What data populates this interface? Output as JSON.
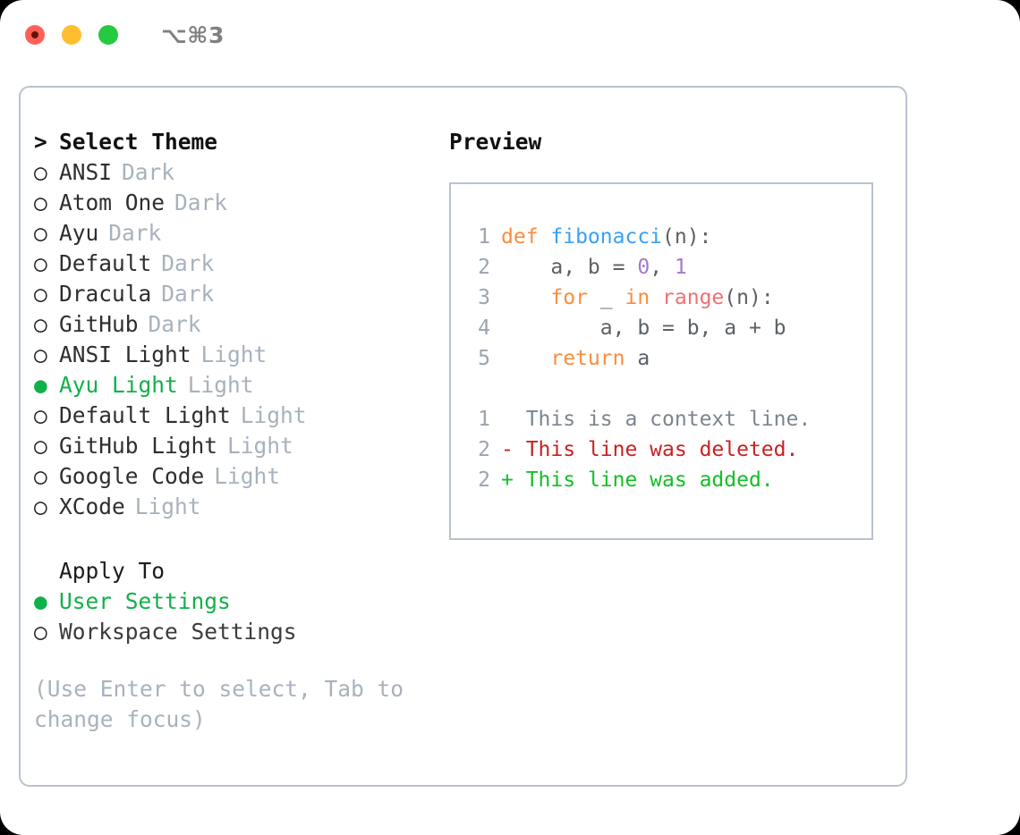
{
  "titlebar": {
    "shortcut": "⌥⌘3",
    "lights": [
      {
        "name": "close",
        "color": "#ff6159"
      },
      {
        "name": "minimize",
        "color": "#ffbe2f"
      },
      {
        "name": "maximize",
        "color": "#26c940"
      }
    ]
  },
  "left": {
    "select_theme": {
      "prefix": ">",
      "label": "Select Theme"
    },
    "themes": [
      {
        "prefix": "○",
        "name": "ANSI",
        "kind": "Dark",
        "selected": false
      },
      {
        "prefix": "○",
        "name": "Atom One",
        "kind": "Dark",
        "selected": false
      },
      {
        "prefix": "○",
        "name": "Ayu",
        "kind": "Dark",
        "selected": false
      },
      {
        "prefix": "○",
        "name": "Default",
        "kind": "Dark",
        "selected": false
      },
      {
        "prefix": "○",
        "name": "Dracula",
        "kind": "Dark",
        "selected": false
      },
      {
        "prefix": "○",
        "name": "GitHub",
        "kind": "Dark",
        "selected": false
      },
      {
        "prefix": "○",
        "name": "ANSI Light",
        "kind": "Light",
        "selected": false
      },
      {
        "prefix": "●",
        "name": "Ayu Light",
        "kind": "Light",
        "selected": true
      },
      {
        "prefix": "○",
        "name": "Default Light",
        "kind": "Light",
        "selected": false
      },
      {
        "prefix": "○",
        "name": "GitHub Light",
        "kind": "Light",
        "selected": false
      },
      {
        "prefix": "○",
        "name": "Google Code",
        "kind": "Light",
        "selected": false
      },
      {
        "prefix": "○",
        "name": "XCode",
        "kind": "Light",
        "selected": false
      }
    ],
    "apply_to": {
      "label": "Apply To",
      "options": [
        {
          "prefix": "●",
          "name": "User Settings",
          "selected": true
        },
        {
          "prefix": "○",
          "name": "Workspace Settings",
          "selected": false
        }
      ]
    },
    "hint": "(Use Enter to select, Tab to change focus)"
  },
  "right": {
    "preview_title": "Preview",
    "code": [
      {
        "lineno": "1",
        "tokens": [
          {
            "t": "def ",
            "c": "kw"
          },
          {
            "t": "fibonacci",
            "c": "fn"
          },
          {
            "t": "(n):",
            "c": "punct"
          }
        ]
      },
      {
        "lineno": "2",
        "tokens": [
          {
            "t": "    a, b = ",
            "c": "plain"
          },
          {
            "t": "0",
            "c": "num"
          },
          {
            "t": ", ",
            "c": "plain"
          },
          {
            "t": "1",
            "c": "num"
          }
        ]
      },
      {
        "lineno": "3",
        "tokens": [
          {
            "t": "    ",
            "c": "plain"
          },
          {
            "t": "for",
            "c": "kw"
          },
          {
            "t": " _ ",
            "c": "plain"
          },
          {
            "t": "in",
            "c": "kw"
          },
          {
            "t": " ",
            "c": "plain"
          },
          {
            "t": "range",
            "c": "builtin"
          },
          {
            "t": "(n):",
            "c": "punct"
          }
        ]
      },
      {
        "lineno": "4",
        "tokens": [
          {
            "t": "        a, b = b, a + b",
            "c": "plain"
          }
        ]
      },
      {
        "lineno": "5",
        "tokens": [
          {
            "t": "    ",
            "c": "plain"
          },
          {
            "t": "return",
            "c": "kw"
          },
          {
            "t": " a",
            "c": "plain"
          }
        ]
      }
    ],
    "diff": [
      {
        "lineno": "1",
        "marker": " ",
        "text": " This is a context line.",
        "kind": "ctx"
      },
      {
        "lineno": "2",
        "marker": "-",
        "text": " This line was deleted.",
        "kind": "del"
      },
      {
        "lineno": "2",
        "marker": "+",
        "text": " This line was added.",
        "kind": "add"
      }
    ]
  },
  "colors": {
    "accent_green": "#12b04a",
    "muted": "#a8b2bd",
    "border": "#b9c2cf",
    "keyword": "#fa8d3e",
    "function": "#3aa0f3",
    "number": "#a37acc",
    "builtin": "#f07171",
    "diff_add": "#13bf26",
    "diff_del": "#cc1f1f"
  }
}
